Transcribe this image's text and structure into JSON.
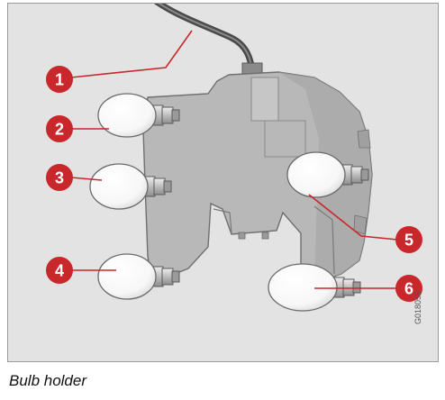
{
  "figure": {
    "caption": "Bulb holder",
    "image_code": "G018055",
    "callouts": [
      {
        "label": "1"
      },
      {
        "label": "2"
      },
      {
        "label": "3"
      },
      {
        "label": "4"
      },
      {
        "label": "5"
      },
      {
        "label": "6"
      }
    ],
    "colors": {
      "callout": "#c8282c",
      "leader_line": "#c8282c",
      "housing": "#b4b4b4",
      "bulb_glass": "#fbfbfb",
      "background": "#e3e3e3"
    }
  }
}
